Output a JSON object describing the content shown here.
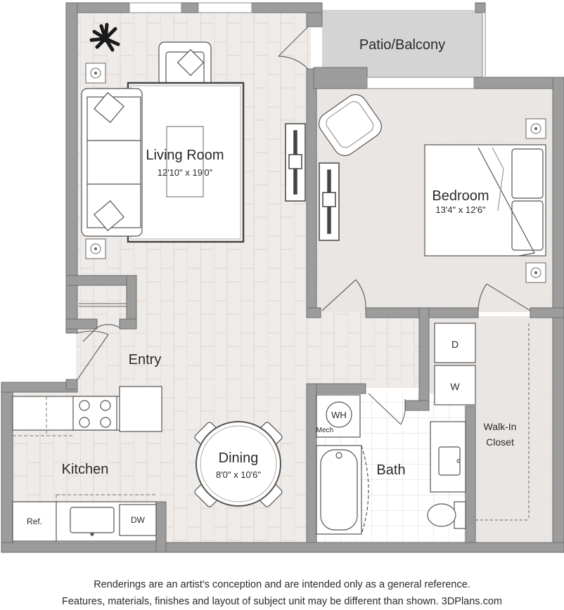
{
  "rooms": {
    "patio": {
      "name": "Patio/Balcony"
    },
    "living": {
      "name": "Living Room",
      "dims": "12'10\" x 19'0\""
    },
    "bedroom": {
      "name": "Bedroom",
      "dims": "13'4\" x 12'6\""
    },
    "entry": {
      "name": "Entry"
    },
    "kitchen": {
      "name": "Kitchen"
    },
    "dining": {
      "name": "Dining",
      "dims": "8'0\" x 10'6\""
    },
    "bath": {
      "name": "Bath"
    },
    "closet": {
      "name_line1": "Walk-In",
      "name_line2": "Closet"
    }
  },
  "appliances": {
    "dryer": "D",
    "washer": "W",
    "water_heater": "WH",
    "mech": "Mech",
    "refrigerator": "Ref.",
    "dishwasher": "DW"
  },
  "footer": {
    "line1": "Renderings are an artist's conception and are intended only as a general reference.",
    "line2": "Features, materials, finishes and layout of subject unit may be different than shown. 3DPlans.com"
  },
  "colors": {
    "wall": "#9c9c9c",
    "wood_floor": "#efebe8",
    "carpet": "#ece9e6",
    "tile": "#ffffff",
    "patio": "#d4d4d4"
  }
}
